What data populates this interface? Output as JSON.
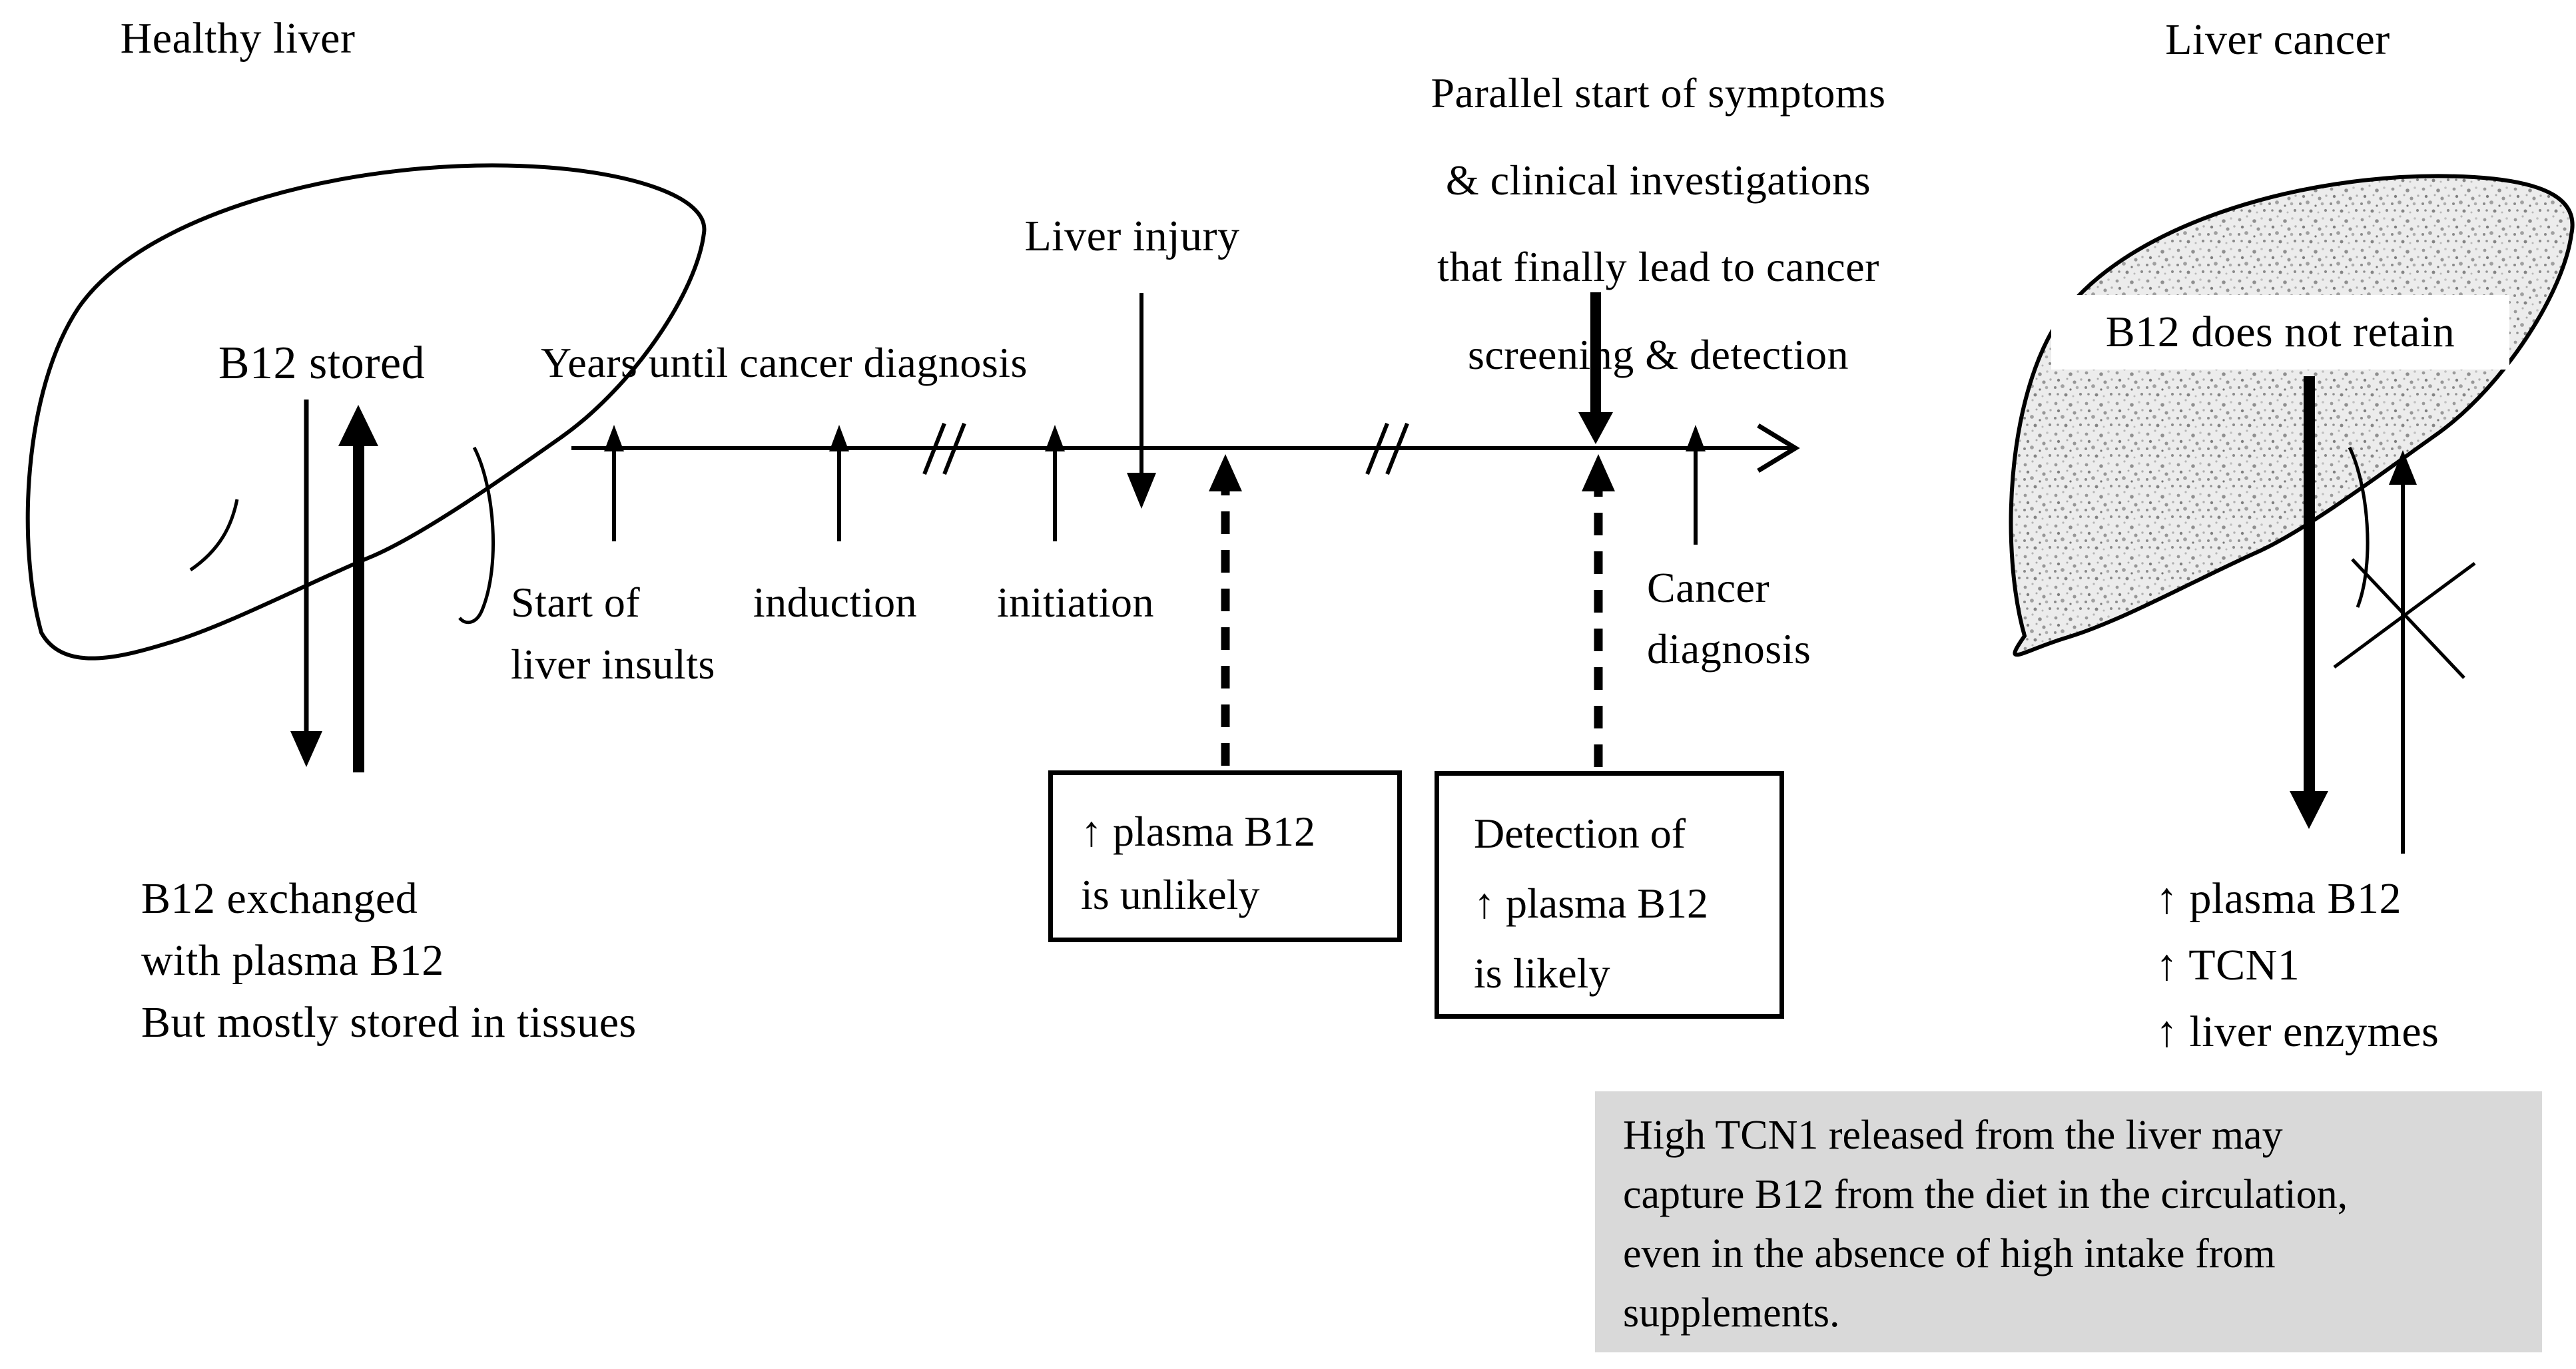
{
  "figure": {
    "healthy_liver": {
      "title": "Healthy liver",
      "stored_label": "B12 stored",
      "exchange_lines": [
        "B12 exchanged",
        "with plasma B12",
        "But mostly stored in tissues"
      ]
    },
    "timeline": {
      "axis_label": "Years until cancer diagnosis",
      "marker_start_line1": "Start of",
      "marker_start_line2": "liver insults",
      "marker_induction": "induction",
      "marker_initiation": "initiation",
      "liver_injury_label": "Liver injury",
      "parallel_note_lines": [
        "Parallel start of symptoms",
        "& clinical investigations",
        "that finally lead to cancer",
        "screening & detection"
      ],
      "cancer_diagnosis_line1": "Cancer",
      "cancer_diagnosis_line2": "diagnosis"
    },
    "callout_boxes": {
      "unlikely_line1": "↑ plasma B12",
      "unlikely_line2": "is unlikely",
      "likely_line1": "Detection of",
      "likely_line2": "↑ plasma B12",
      "likely_line3": "is likely"
    },
    "liver_cancer": {
      "title": "Liver cancer",
      "retain_label": "B12 does not retain",
      "findings": [
        "↑ plasma B12",
        "↑ TCN1",
        "↑ liver enzymes"
      ]
    },
    "footnote_lines": [
      "High TCN1 released from the liver may",
      "capture B12 from the diet in the circulation,",
      "even in the absence of high intake from",
      "supplements."
    ],
    "colors": {
      "ink": "#000000",
      "note_background": "#d9d9d9",
      "liver_fill": "#ffffff",
      "texture_base": "#ececec"
    }
  }
}
